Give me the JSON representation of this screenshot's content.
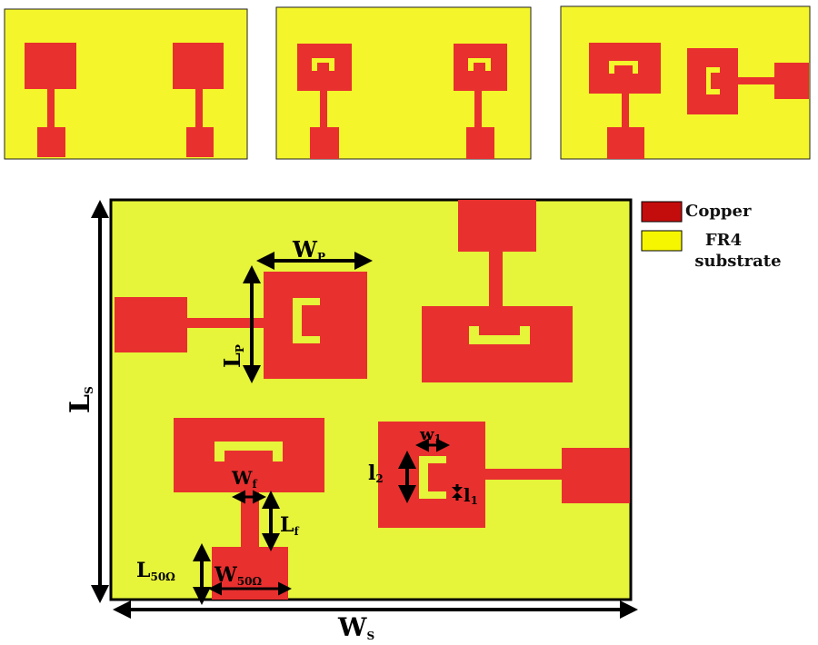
{
  "colors": {
    "copper": "#e8302f",
    "substrate": "#f4f62b",
    "substrate_main": "#e6f43a",
    "legend_copper": "#c30c0c",
    "legend_substrate": "#f6f600",
    "outline": "#000000"
  },
  "legend": {
    "copper_label": "Copper",
    "substrate_label_line1": "FR4",
    "substrate_label_line2": "substrate"
  },
  "labels": {
    "wp": "W",
    "wp_sub": "P",
    "lp": "L",
    "lp_sub": "P",
    "ls": "L",
    "ls_sub": "S",
    "ws": "W",
    "ws_sub": "S",
    "wf": "W",
    "wf_sub": "f",
    "lf": "L",
    "lf_sub": "f",
    "l50": "L",
    "l50_sub": "50Ω",
    "w50": "W",
    "w50_sub": "50Ω",
    "w1": "w",
    "w1_sub": "1",
    "l1": "l",
    "l1_sub": "1",
    "l2": "l",
    "l2_sub": "2"
  }
}
